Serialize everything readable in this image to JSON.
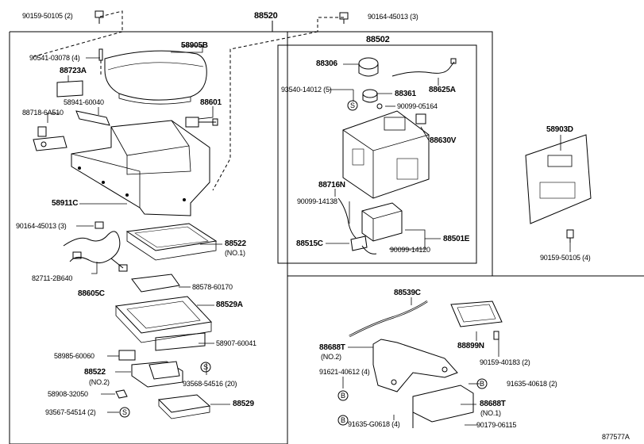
{
  "diagram": {
    "catalog_code": "877577A",
    "labels": {
      "p88520": "88520",
      "p90159_50105_2": "90159-50105 (2)",
      "p90164_45013_3_top": "90164-45013 (3)",
      "p58905b": "58905B",
      "p90541_03078": "90541-03078 (4)",
      "p88723a": "88723A",
      "p58941_60040": "58941-60040",
      "p88718_6a510": "88718-6A510",
      "p88601": "88601",
      "p58911c": "58911C",
      "p90164_45013_3_left": "90164-45013 (3)",
      "p88522_no1": "88522",
      "p88522_no1_note": "(NO.1)",
      "p82711_2b640": "82711-2B640",
      "p88605c": "88605C",
      "p88578_60170": "88578-60170",
      "p88529a": "88529A",
      "p58907_60041": "58907-60041",
      "p58985_60060": "58985-60060",
      "p88522_no2": "88522",
      "p88522_no2_note": "(NO.2)",
      "p93568_54516": "93568-54516 (20)",
      "p58908_32050": "58908-32050",
      "p93567_54514": "93567-54514 (2)",
      "p88529": "88529",
      "p88502": "88502",
      "p88306": "88306",
      "p93540_14012": "93540-14012 (5)",
      "p88625a": "88625A",
      "p88361": "88361",
      "p90099_05164": "90099-05164",
      "p88630v": "88630V",
      "p88716n": "88716N",
      "p90099_14138": "90099-14138",
      "p88515c": "88515C",
      "p88501e": "88501E",
      "p90099_14120": "90099-14120",
      "p58903d": "58903D",
      "p90159_50105_4": "90159-50105 (4)",
      "p88539c": "88539C",
      "p88899n": "88899N",
      "p88688t_no2": "88688T",
      "p88688t_no2_note": "(NO.2)",
      "p90159_40183": "90159-40183 (2)",
      "p91621_40612": "91621-40612 (4)",
      "p91635_40618": "91635-40618 (2)",
      "p88688t_no1": "88688T",
      "p88688t_no1_note": "(NO.1)",
      "p91635_g0618": "91635-G0618 (4)",
      "p90179_06115": "90179-06115"
    },
    "callout_symbols": {
      "s": "S",
      "b": "B"
    }
  }
}
